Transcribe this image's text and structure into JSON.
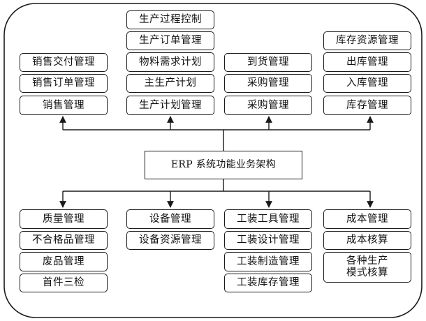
{
  "center": "ERP 系统功能业务架构",
  "modules": {
    "sales": [
      "销售交付管理",
      "销售订单管理",
      "销售管理"
    ],
    "production": [
      "生产过程控制",
      "生产订单管理",
      "物料需求计划",
      "主生产计划",
      "生产计划管理"
    ],
    "purchasing": [
      "到货管理",
      "采购管理",
      "采购管理"
    ],
    "inventory": [
      "库存资源管理",
      "出库管理",
      "入库管理",
      "库存管理"
    ],
    "quality": [
      "质量管理",
      "不合格品管理",
      "废品管理",
      "首件三检"
    ],
    "equipment": [
      "设备管理",
      "设备资源管理"
    ],
    "tooling": [
      "工装工具管理",
      "工装设计管理",
      "工装制造管理",
      "工装库存管理"
    ],
    "cost": [
      "成本管理",
      "成本核算",
      "各种生产\n模式核算"
    ]
  }
}
